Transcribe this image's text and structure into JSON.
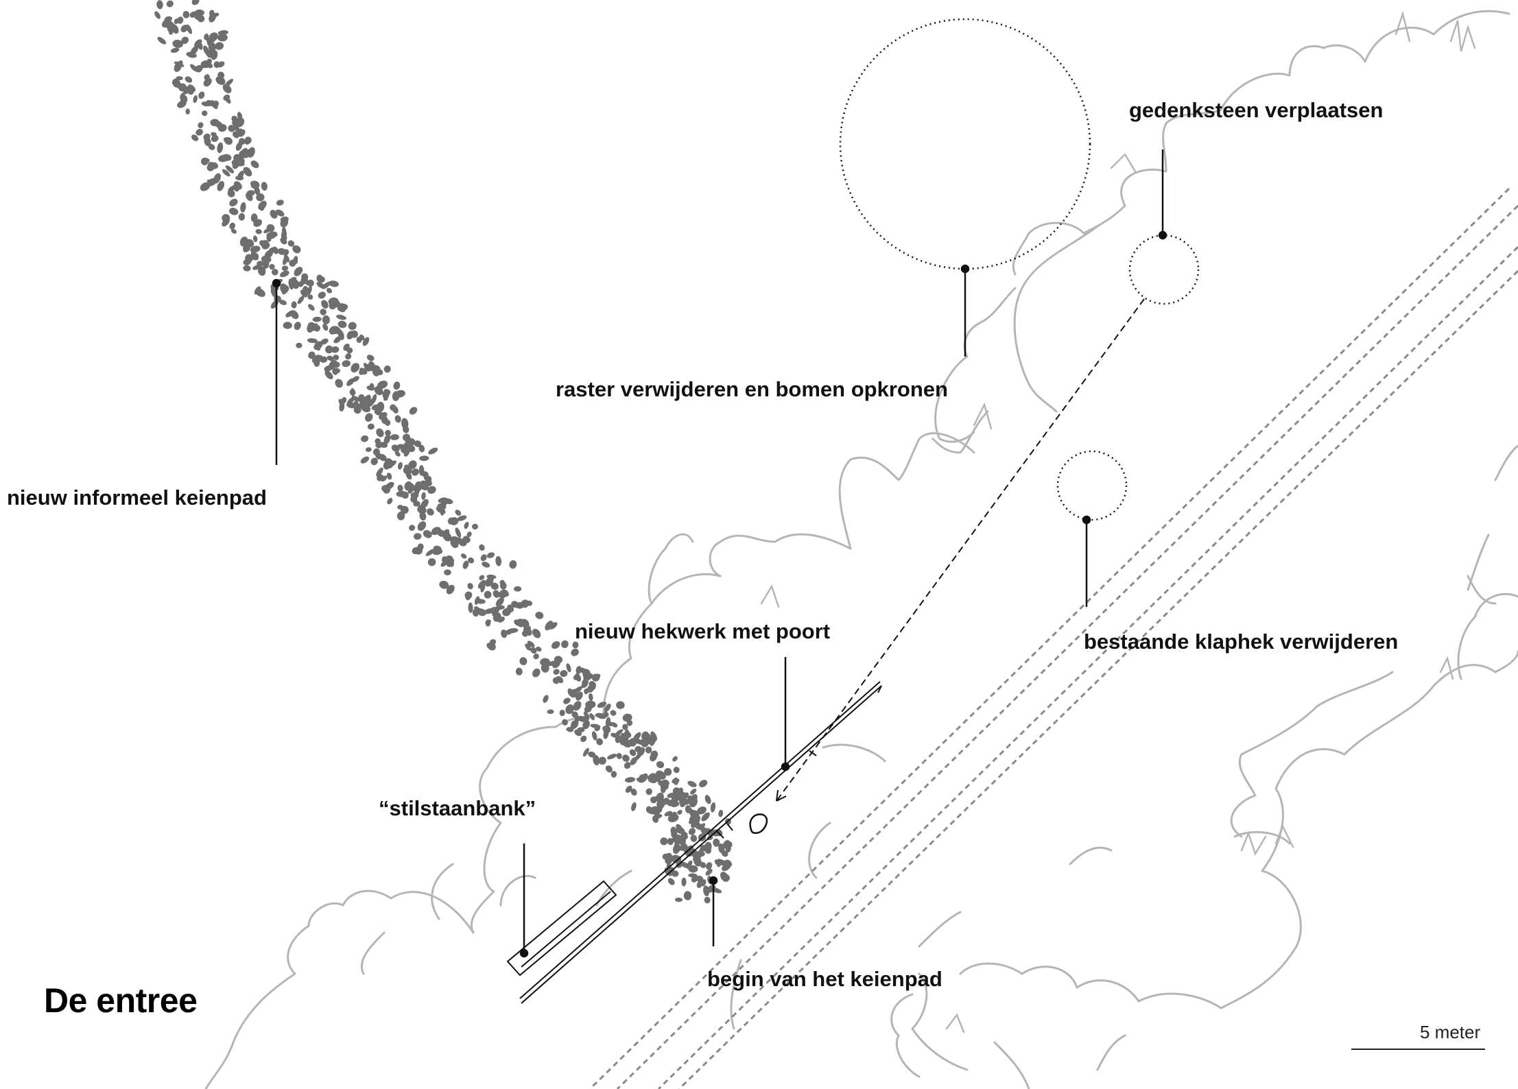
{
  "title": "De entree",
  "labels": {
    "keienpad": "nieuw informeel keienpad",
    "raster": "raster verwijderen en bomen opkronen",
    "gedenksteen": "gedenksteen verplaatsen",
    "klaphek": "bestaande klaphek verwijderen",
    "hekwerk": "nieuw hekwerk met poort",
    "bank": "“stilstaanbank”",
    "begin": "begin van het keienpad"
  },
  "scale": {
    "text": "5 meter"
  },
  "colors": {
    "ink": "#111111",
    "sketch": "#b5b5b5",
    "stone": "#6e6e6e"
  }
}
